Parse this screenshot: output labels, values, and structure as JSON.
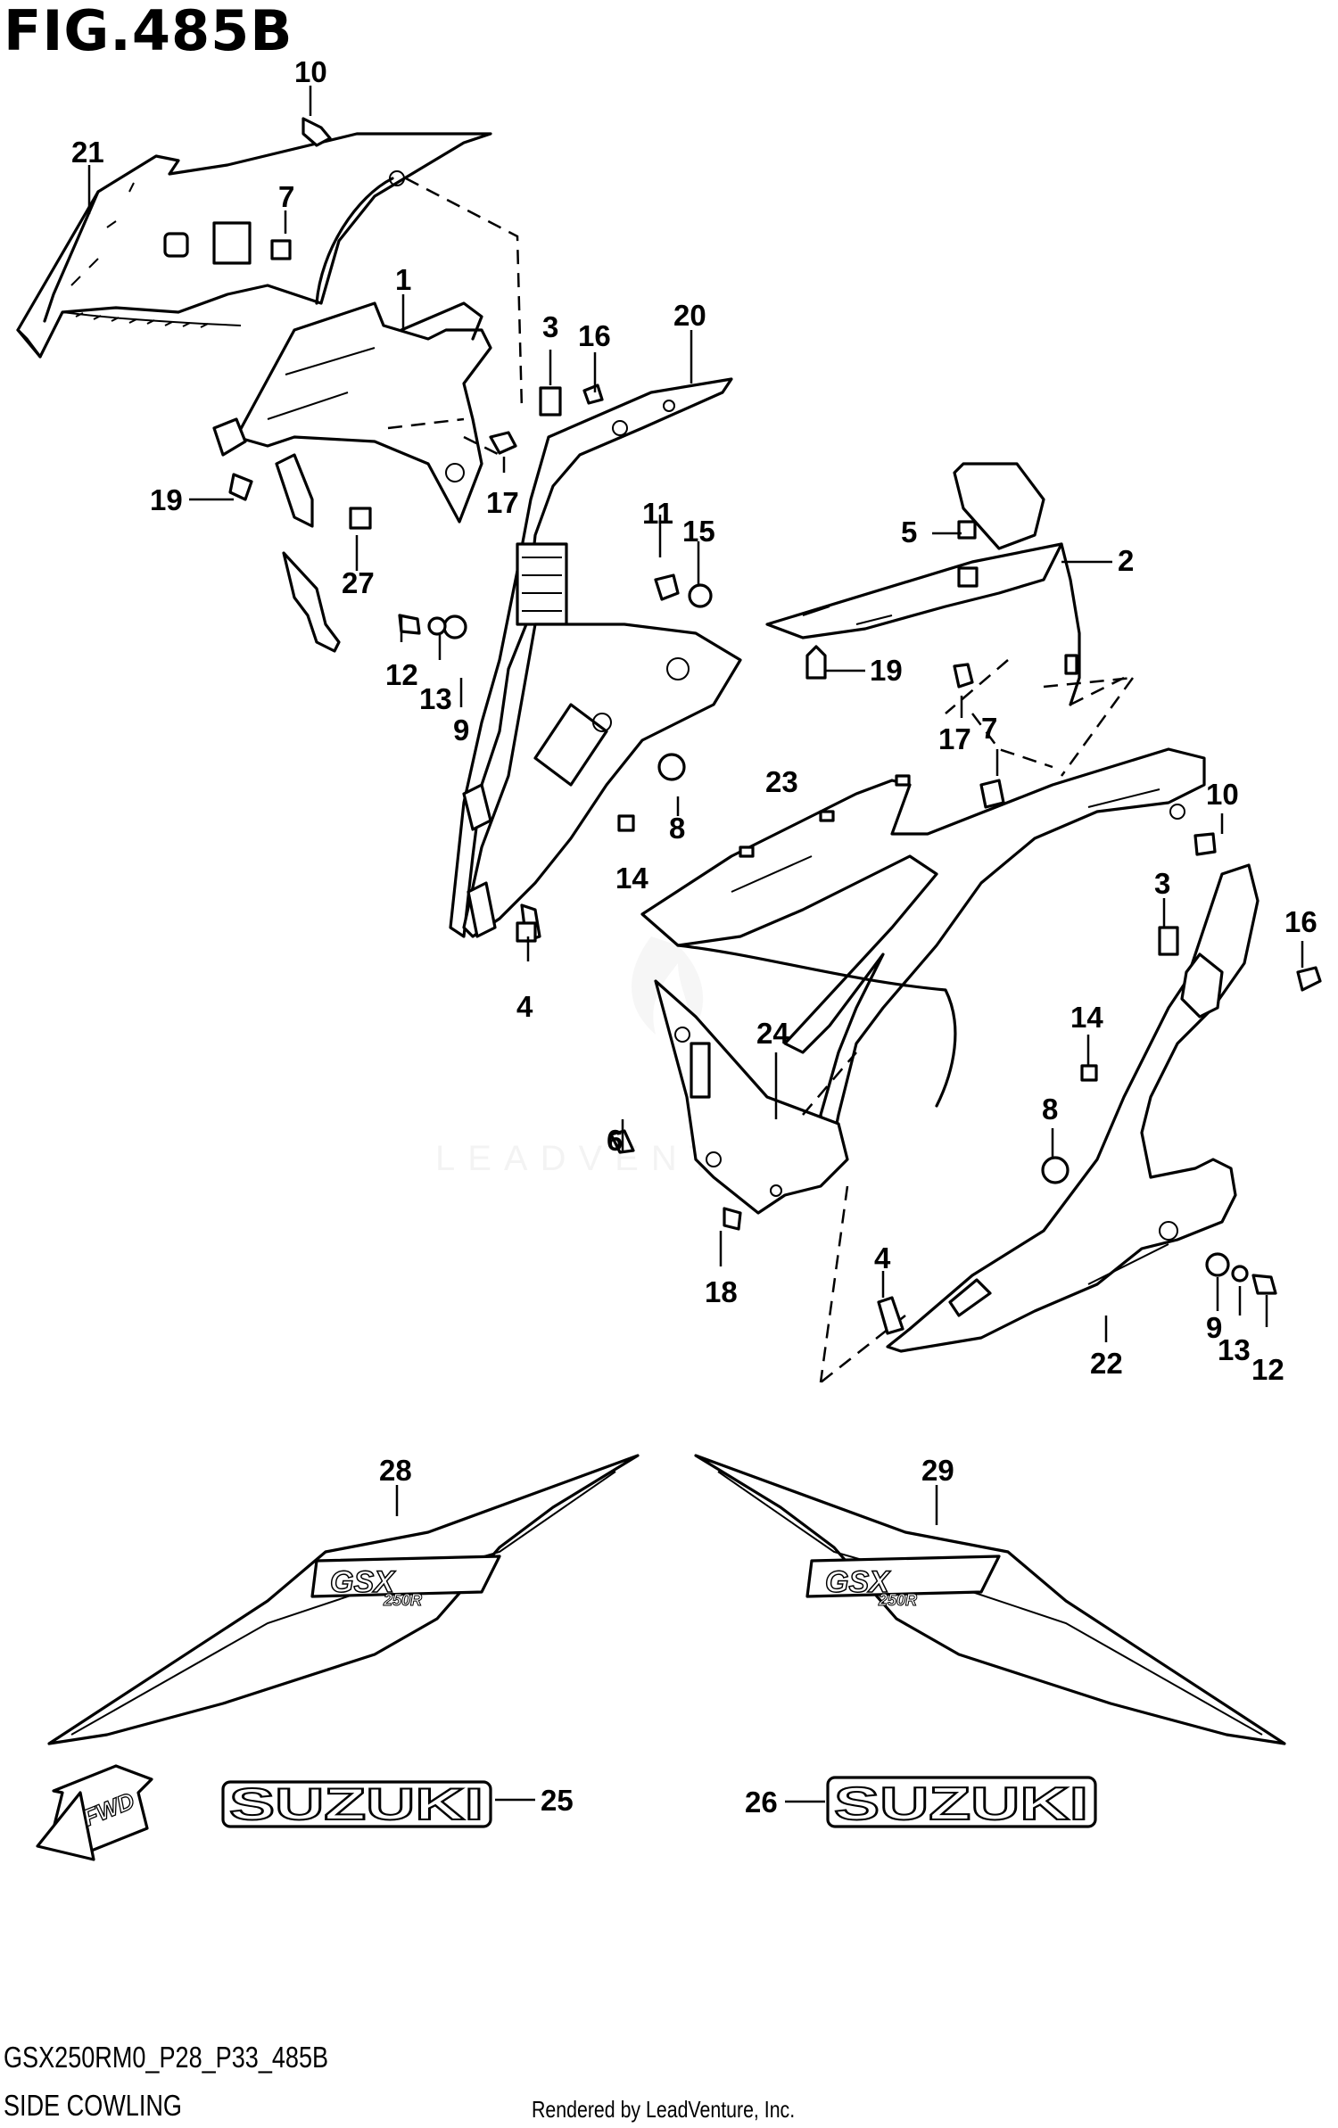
{
  "figure_title": "FIG.485B",
  "figure_code": "GSX250RM0_P28_P33_485B",
  "figure_name": "SIDE COWLING",
  "credit": "Rendered by LeadVenture, Inc.",
  "watermark": "LEADVENTURE",
  "fwd_label": "FWD",
  "decal_text": "SUZUKI",
  "decal_gsx_text": "GSX",
  "decal_model_text": "250R",
  "part_numbers": {
    "p1": "1",
    "p2": "2",
    "p3a": "3",
    "p3b": "3",
    "p4a": "4",
    "p4b": "4",
    "p5": "5",
    "p6": "6",
    "p7a": "7",
    "p7b": "7",
    "p8a": "8",
    "p8b": "8",
    "p9a": "9",
    "p9b": "9",
    "p10a": "10",
    "p10b": "10",
    "p11": "11",
    "p12a": "12",
    "p12b": "12",
    "p13a": "13",
    "p13b": "13",
    "p14a": "14",
    "p14b": "14",
    "p15": "15",
    "p16a": "16",
    "p16b": "16",
    "p17a": "17",
    "p17b": "17",
    "p18": "18",
    "p19a": "19",
    "p19b": "19",
    "p20": "20",
    "p21": "21",
    "p22": "22",
    "p23": "23",
    "p24": "24",
    "p25": "25",
    "p26": "26",
    "p27": "27",
    "p28": "28",
    "p29": "29"
  }
}
